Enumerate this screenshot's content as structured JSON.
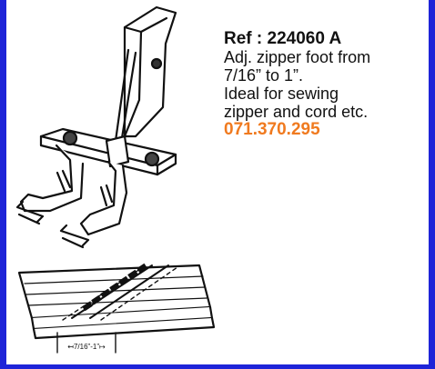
{
  "product": {
    "ref": "Ref : 224060 A",
    "description": [
      "Adj. zipper foot from",
      "7/16” to 1”.",
      "Ideal for sewing",
      "zipper and cord etc."
    ],
    "code": "071.370.295",
    "seam_label": "↤7/16”-1”↦"
  },
  "colors": {
    "frame": "#1e24d8",
    "code": "#f07a1f",
    "text": "#111111"
  },
  "icons": {
    "presser_foot": "zipper-foot-illustration",
    "fabric": "zipper-seam-illustration"
  }
}
